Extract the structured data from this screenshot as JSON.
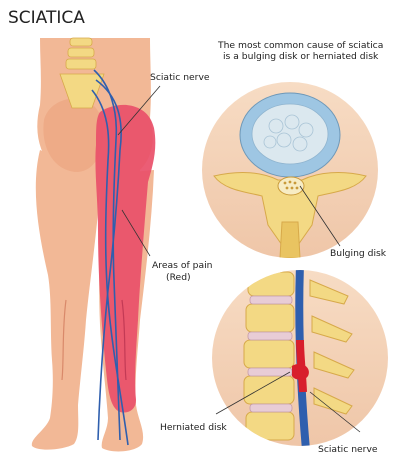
{
  "title": "SCIATICA",
  "caption_line1": "The most common cause of sciatica",
  "caption_line2": "is a bulging disk or herniated disk",
  "labels": {
    "sciatic_nerve_top": "Sciatic nerve",
    "areas_of_pain_line1": "Areas of pain",
    "areas_of_pain_line2": "(Red)",
    "bulging_disk": "Bulging disk",
    "herniated_disk": "Herniated disk",
    "sciatic_nerve_bottom": "Sciatic nerve"
  },
  "colors": {
    "skin": "#f2b896",
    "skin_shadow": "#e49a79",
    "pain": "#e94f69",
    "nerve": "#2f5fae",
    "bone": "#f3d984",
    "bone_dark": "#d7a94a",
    "circle_bg": "#f4d2b7",
    "disk_outer": "#9ec6e3",
    "disk_inner": "#dbe8ef",
    "herniation": "#d81e2c"
  }
}
